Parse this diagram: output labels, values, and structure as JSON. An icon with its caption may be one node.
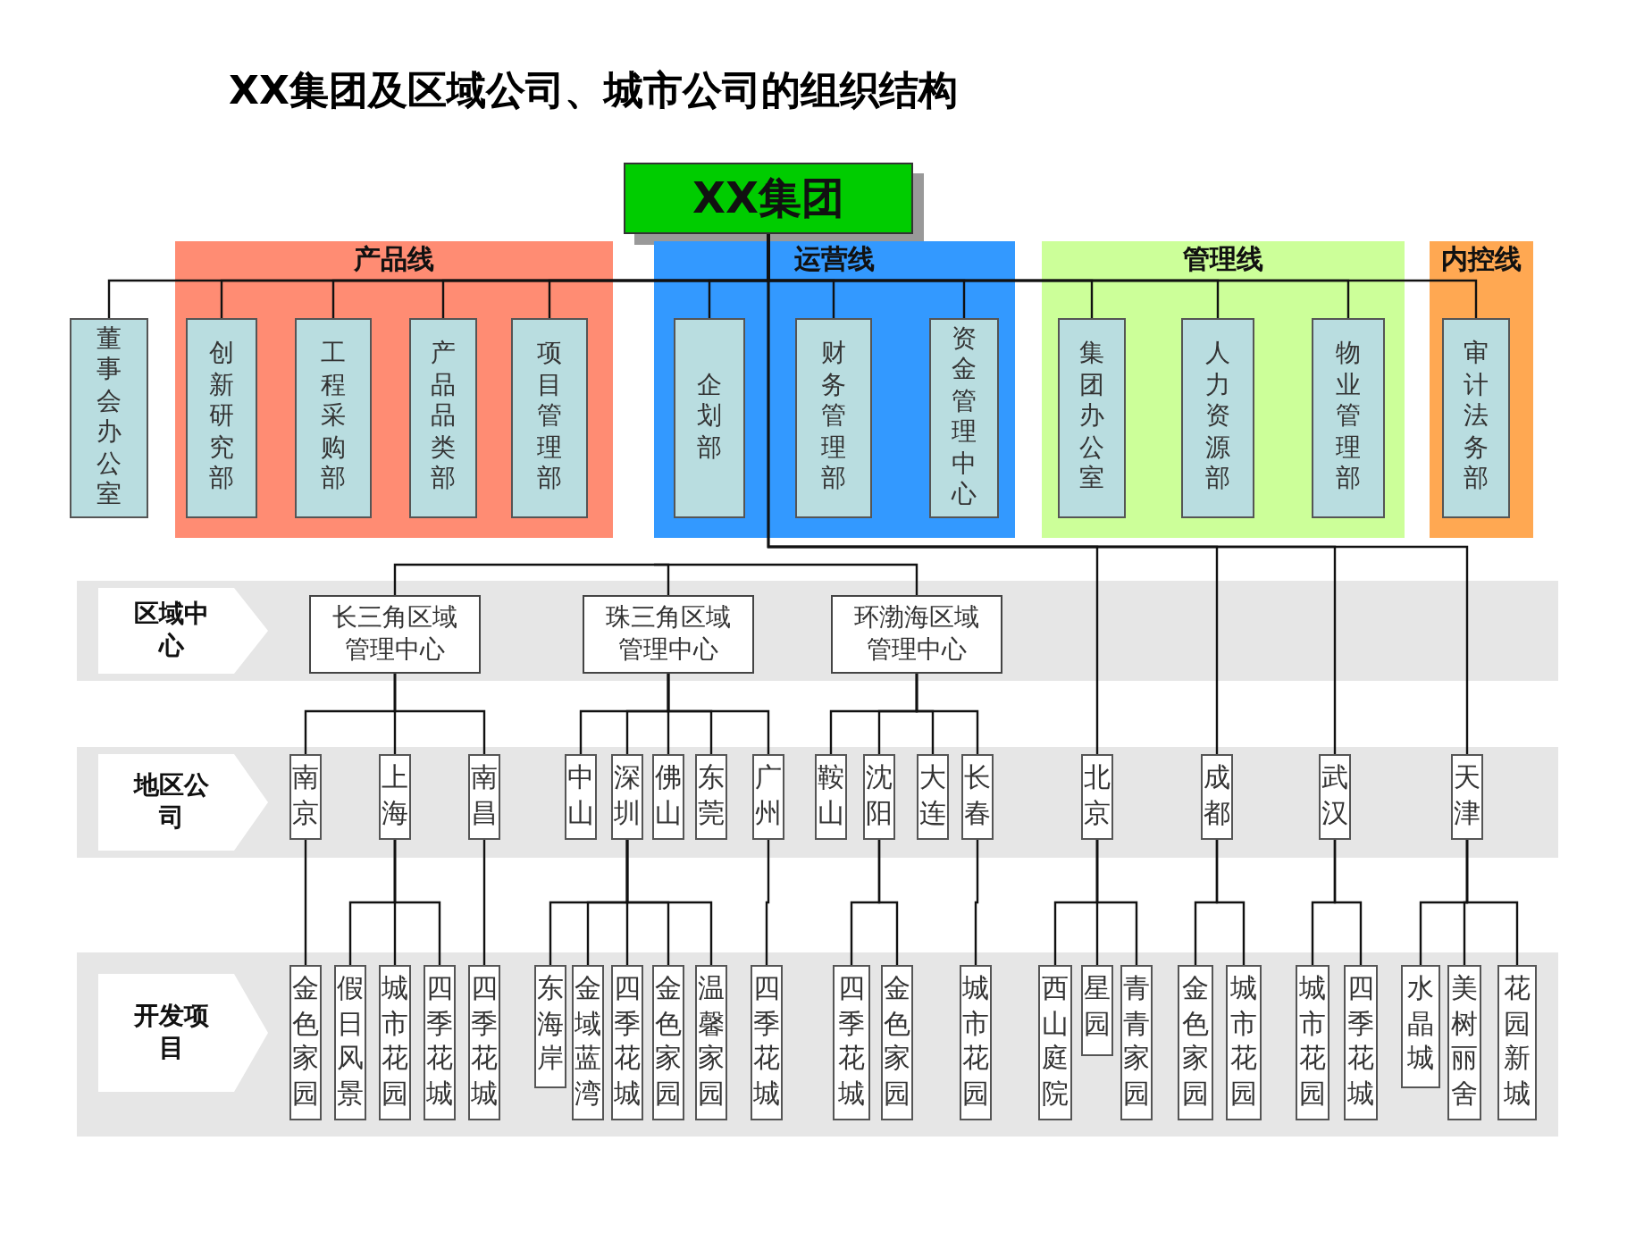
{
  "diagram": {
    "title": "XX集团及区域公司、城市公司的组织结构",
    "nodes": [
      {
        "text": [
          "XX集团"
        ]
      },
      {
        "text": [
          "产品线"
        ]
      },
      {
        "text": [
          "运营线"
        ]
      },
      {
        "text": [
          "管理线"
        ]
      },
      {
        "text": [
          "内控线"
        ]
      },
      {
        "text": [
          "董事会办公室"
        ]
      },
      {
        "text": [
          "创新研究部"
        ],
        "in": 1
      },
      {
        "text": [
          "工程采购部"
        ],
        "in": 1
      },
      {
        "text": [
          "产品品类部"
        ],
        "in": 1
      },
      {
        "text": [
          "项目管理部"
        ],
        "in": 1
      },
      {
        "text": [
          "企划部"
        ],
        "in": 2
      },
      {
        "text": [
          "财务管理部"
        ],
        "in": 2
      },
      {
        "text": [
          "资金管理中心"
        ],
        "in": 2
      },
      {
        "text": [
          "集团办公室"
        ],
        "in": 3
      },
      {
        "text": [
          "人力资源部"
        ],
        "in": 3
      },
      {
        "text": [
          "物业管理部"
        ],
        "in": 3
      },
      {
        "text": [
          "审计法务部"
        ],
        "in": 4
      },
      {
        "text": [
          "区域中心"
        ]
      },
      {
        "text": [
          "长三角区域管理中心"
        ]
      },
      {
        "text": [
          "珠三角区域管理中心"
        ]
      },
      {
        "text": [
          "环渤海区域管理中心"
        ]
      },
      {
        "text": [
          "地区公司"
        ]
      },
      {
        "text": [
          "南京"
        ]
      },
      {
        "text": [
          "上海"
        ]
      },
      {
        "text": [
          "南昌"
        ]
      },
      {
        "text": [
          "中山"
        ]
      },
      {
        "text": [
          "深圳"
        ]
      },
      {
        "text": [
          "佛山"
        ]
      },
      {
        "text": [
          "东莞"
        ]
      },
      {
        "text": [
          "广州"
        ]
      },
      {
        "text": [
          "鞍山"
        ]
      },
      {
        "text": [
          "沈阳"
        ]
      },
      {
        "text": [
          "大连"
        ]
      },
      {
        "text": [
          "长春"
        ]
      },
      {
        "text": [
          "北京"
        ]
      },
      {
        "text": [
          "成都"
        ]
      },
      {
        "text": [
          "武汉"
        ]
      },
      {
        "text": [
          "天津"
        ]
      },
      {
        "text": [
          "开发项目"
        ]
      },
      {
        "text": [
          "金色家园"
        ]
      },
      {
        "text": [
          "假日风景"
        ]
      },
      {
        "text": [
          "城市花园"
        ]
      },
      {
        "text": [
          "四季花城"
        ]
      },
      {
        "text": [
          "四季花城"
        ]
      },
      {
        "text": [
          "东海岸"
        ]
      },
      {
        "text": [
          "金域蓝湾"
        ]
      },
      {
        "text": [
          "四季花城"
        ]
      },
      {
        "text": [
          "金色家园"
        ]
      },
      {
        "text": [
          "温馨家园"
        ]
      },
      {
        "text": [
          "四季花城"
        ]
      },
      {
        "text": [
          "四季花城"
        ]
      },
      {
        "text": [
          "金色家园"
        ]
      },
      {
        "text": [
          "城市花园"
        ]
      },
      {
        "text": [
          "西山庭院"
        ]
      },
      {
        "text": [
          "星园"
        ]
      },
      {
        "text": [
          "青青家园"
        ]
      },
      {
        "text": [
          "金色家园"
        ]
      },
      {
        "text": [
          "城市花园"
        ]
      },
      {
        "text": [
          "城市花园"
        ]
      },
      {
        "text": [
          "四季花城"
        ]
      },
      {
        "text": [
          "水晶城"
        ]
      },
      {
        "text": [
          "美树丽舍"
        ]
      },
      {
        "text": [
          "花园新城"
        ]
      }
    ],
    "edges": [
      {
        "from": 0,
        "to": 5,
        "arrow": "none"
      },
      {
        "from": 0,
        "to": 6,
        "arrow": "none"
      },
      {
        "from": 0,
        "to": 7,
        "arrow": "none"
      },
      {
        "from": 0,
        "to": 8,
        "arrow": "none"
      },
      {
        "from": 0,
        "to": 9,
        "arrow": "none"
      },
      {
        "from": 0,
        "to": 10,
        "arrow": "none"
      },
      {
        "from": 0,
        "to": 11,
        "arrow": "none"
      },
      {
        "from": 0,
        "to": 12,
        "arrow": "none"
      },
      {
        "from": 0,
        "to": 13,
        "arrow": "none"
      },
      {
        "from": 0,
        "to": 14,
        "arrow": "none"
      },
      {
        "from": 0,
        "to": 15,
        "arrow": "none"
      },
      {
        "from": 0,
        "to": 16,
        "arrow": "none"
      },
      {
        "from": 0,
        "to": 34,
        "arrow": "none"
      },
      {
        "from": 0,
        "to": 35,
        "arrow": "none"
      },
      {
        "from": 0,
        "to": 36,
        "arrow": "none"
      },
      {
        "from": 0,
        "to": 37,
        "arrow": "none"
      },
      {
        "from": null,
        "to": 18,
        "arrow": "none"
      },
      {
        "from": null,
        "to": 19,
        "arrow": "none"
      },
      {
        "from": null,
        "to": 20,
        "arrow": "none"
      },
      {
        "from": 18,
        "to": 22,
        "arrow": "none"
      },
      {
        "from": 18,
        "to": 23,
        "arrow": "none"
      },
      {
        "from": 18,
        "to": 24,
        "arrow": "none"
      },
      {
        "from": 19,
        "to": 25,
        "arrow": "none"
      },
      {
        "from": 19,
        "to": 26,
        "arrow": "none"
      },
      {
        "from": 19,
        "to": 27,
        "arrow": "none"
      },
      {
        "from": 19,
        "to": 28,
        "arrow": "none"
      },
      {
        "from": 19,
        "to": 29,
        "arrow": "none"
      },
      {
        "from": 20,
        "to": 30,
        "arrow": "none"
      },
      {
        "from": 20,
        "to": 31,
        "arrow": "none"
      },
      {
        "from": 20,
        "to": 32,
        "arrow": "none"
      },
      {
        "from": 20,
        "to": 33,
        "arrow": "none"
      },
      {
        "from": 22,
        "to": 39,
        "arrow": "none"
      },
      {
        "from": 23,
        "to": 40,
        "arrow": "none"
      },
      {
        "from": 23,
        "to": 41,
        "arrow": "none"
      },
      {
        "from": 23,
        "to": 42,
        "arrow": "none"
      },
      {
        "from": 24,
        "to": 43,
        "arrow": "none"
      },
      {
        "from": 26,
        "to": 44,
        "arrow": "none"
      },
      {
        "from": 26,
        "to": 45,
        "arrow": "none"
      },
      {
        "from": 26,
        "to": 46,
        "arrow": "none"
      },
      {
        "from": 26,
        "to": 47,
        "arrow": "none"
      },
      {
        "from": 26,
        "to": 48,
        "arrow": "none"
      },
      {
        "from": 29,
        "to": 49,
        "arrow": "none"
      },
      {
        "from": 31,
        "to": 50,
        "arrow": "none"
      },
      {
        "from": 31,
        "to": 51,
        "arrow": "none"
      },
      {
        "from": 33,
        "to": 52,
        "arrow": "none"
      },
      {
        "from": 34,
        "to": 53,
        "arrow": "none"
      },
      {
        "from": 34,
        "to": 54,
        "arrow": "none"
      },
      {
        "from": 34,
        "to": 55,
        "arrow": "none"
      },
      {
        "from": 35,
        "to": 56,
        "arrow": "none"
      },
      {
        "from": 35,
        "to": 57,
        "arrow": "none"
      },
      {
        "from": 36,
        "to": 58,
        "arrow": "none"
      },
      {
        "from": 36,
        "to": 59,
        "arrow": "none"
      },
      {
        "from": 37,
        "to": 60,
        "arrow": "none"
      },
      {
        "from": 37,
        "to": 61,
        "arrow": "none"
      },
      {
        "from": 37,
        "to": 62,
        "arrow": "none"
      }
    ]
  }
}
